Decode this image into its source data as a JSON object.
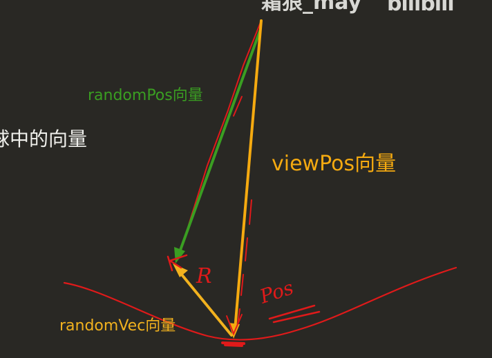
{
  "watermark": {
    "author": "霜狼_may",
    "logo": "bilibili"
  },
  "labels": {
    "random_pos": "randomPos向量",
    "sphere_vector": "球中的向量",
    "view_pos": "viewPos向量",
    "random_vec": "randomVec向量"
  },
  "annotations": {
    "radius": "R",
    "pos": "Pos"
  },
  "colors": {
    "background": "#292824",
    "random_pos_vector": "#3a9e22",
    "view_pos_vector": "#f5aa10",
    "random_vec_vector": "#f2b21e",
    "pen_red": "#e01a1a",
    "text_white": "#f0f0ec"
  }
}
